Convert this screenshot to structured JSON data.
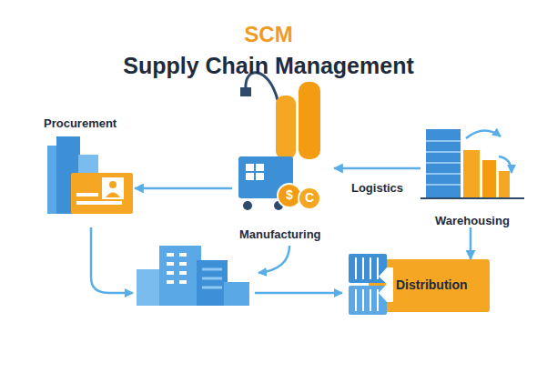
{
  "diagram": {
    "title": "SCM",
    "nodes": [
      {
        "text": [
          "Procurement"
        ]
      },
      {
        "text": [
          "Manufacturing"
        ]
      },
      {
        "text": [
          "Warehousing"
        ]
      },
      {
        "text": [
          "Distribution"
        ]
      }
    ],
    "edges": [
      {
        "from": 1,
        "to": 0,
        "arrow": "to"
      },
      {
        "from": 2,
        "to": 1,
        "label": "Logistics",
        "arrow": "to"
      },
      {
        "from": 2,
        "to": 3,
        "arrow": "to"
      }
    ],
    "labels": [
      "Supply Chain Management",
      "$",
      "C"
    ]
  }
}
